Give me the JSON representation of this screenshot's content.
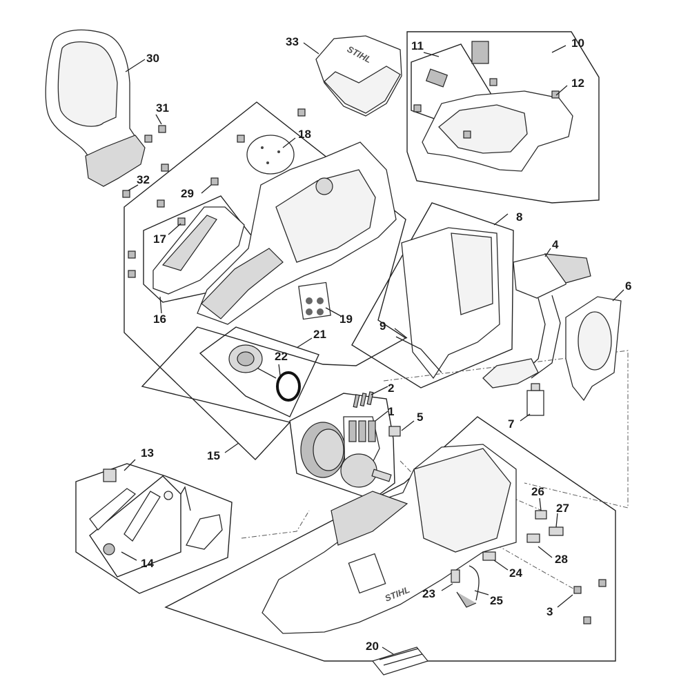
{
  "diagram": {
    "callouts": [
      {
        "id": "c1",
        "label": "1"
      },
      {
        "id": "c2",
        "label": "2"
      },
      {
        "id": "c3",
        "label": "3"
      },
      {
        "id": "c4",
        "label": "4"
      },
      {
        "id": "c5",
        "label": "5"
      },
      {
        "id": "c6",
        "label": "6"
      },
      {
        "id": "c7",
        "label": "7"
      },
      {
        "id": "c8",
        "label": "8"
      },
      {
        "id": "c9",
        "label": "9"
      },
      {
        "id": "c10",
        "label": "10"
      },
      {
        "id": "c11",
        "label": "11"
      },
      {
        "id": "c12",
        "label": "12"
      },
      {
        "id": "c13",
        "label": "13"
      },
      {
        "id": "c14",
        "label": "14"
      },
      {
        "id": "c15",
        "label": "15"
      },
      {
        "id": "c16",
        "label": "16"
      },
      {
        "id": "c17",
        "label": "17"
      },
      {
        "id": "c18",
        "label": "18"
      },
      {
        "id": "c19",
        "label": "19"
      },
      {
        "id": "c20",
        "label": "20"
      },
      {
        "id": "c21",
        "label": "21"
      },
      {
        "id": "c22",
        "label": "22"
      },
      {
        "id": "c23",
        "label": "23"
      },
      {
        "id": "c24",
        "label": "24"
      },
      {
        "id": "c25",
        "label": "25"
      },
      {
        "id": "c26",
        "label": "26"
      },
      {
        "id": "c27",
        "label": "27"
      },
      {
        "id": "c28",
        "label": "28"
      },
      {
        "id": "c29",
        "label": "29"
      },
      {
        "id": "c30",
        "label": "30"
      },
      {
        "id": "c31",
        "label": "31"
      },
      {
        "id": "c32",
        "label": "32"
      },
      {
        "id": "c33",
        "label": "33"
      }
    ],
    "logo_text": "STIHL",
    "colors": {
      "line": "#222222",
      "part_fill": "#f3f3f3",
      "part_dark": "#bdbdbd"
    }
  }
}
